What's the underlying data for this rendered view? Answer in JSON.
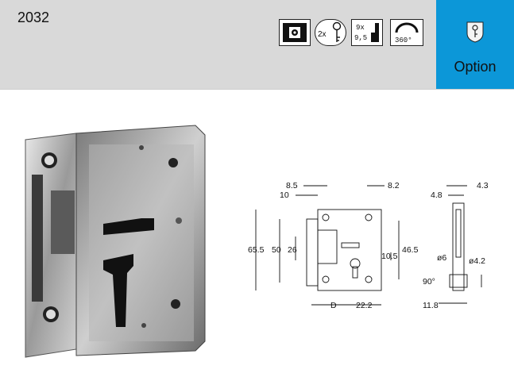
{
  "product": {
    "code": "2032"
  },
  "feature_icons": [
    {
      "name": "square-follower-icon"
    },
    {
      "name": "two-keys-icon",
      "text": "2x"
    },
    {
      "name": "key-size-icon",
      "text_top": "9x",
      "text_bottom": "9,5"
    },
    {
      "name": "rotation-360-icon",
      "text": "360°"
    }
  ],
  "option": {
    "label": "Option",
    "icon": "key-shield-icon"
  },
  "drawing": {
    "dims": {
      "d85": "8.5",
      "d10": "10",
      "d82": "8.2",
      "d655": "65.5",
      "d50": "50",
      "d26": "26",
      "d105": "10.5",
      "d465": "46.5",
      "dD": "D",
      "d222": "22.2",
      "d43": "4.3",
      "d48": "4.8",
      "d6": "ø6",
      "d42": "ø4.2",
      "d90": "90°",
      "d118": "11.8"
    }
  }
}
